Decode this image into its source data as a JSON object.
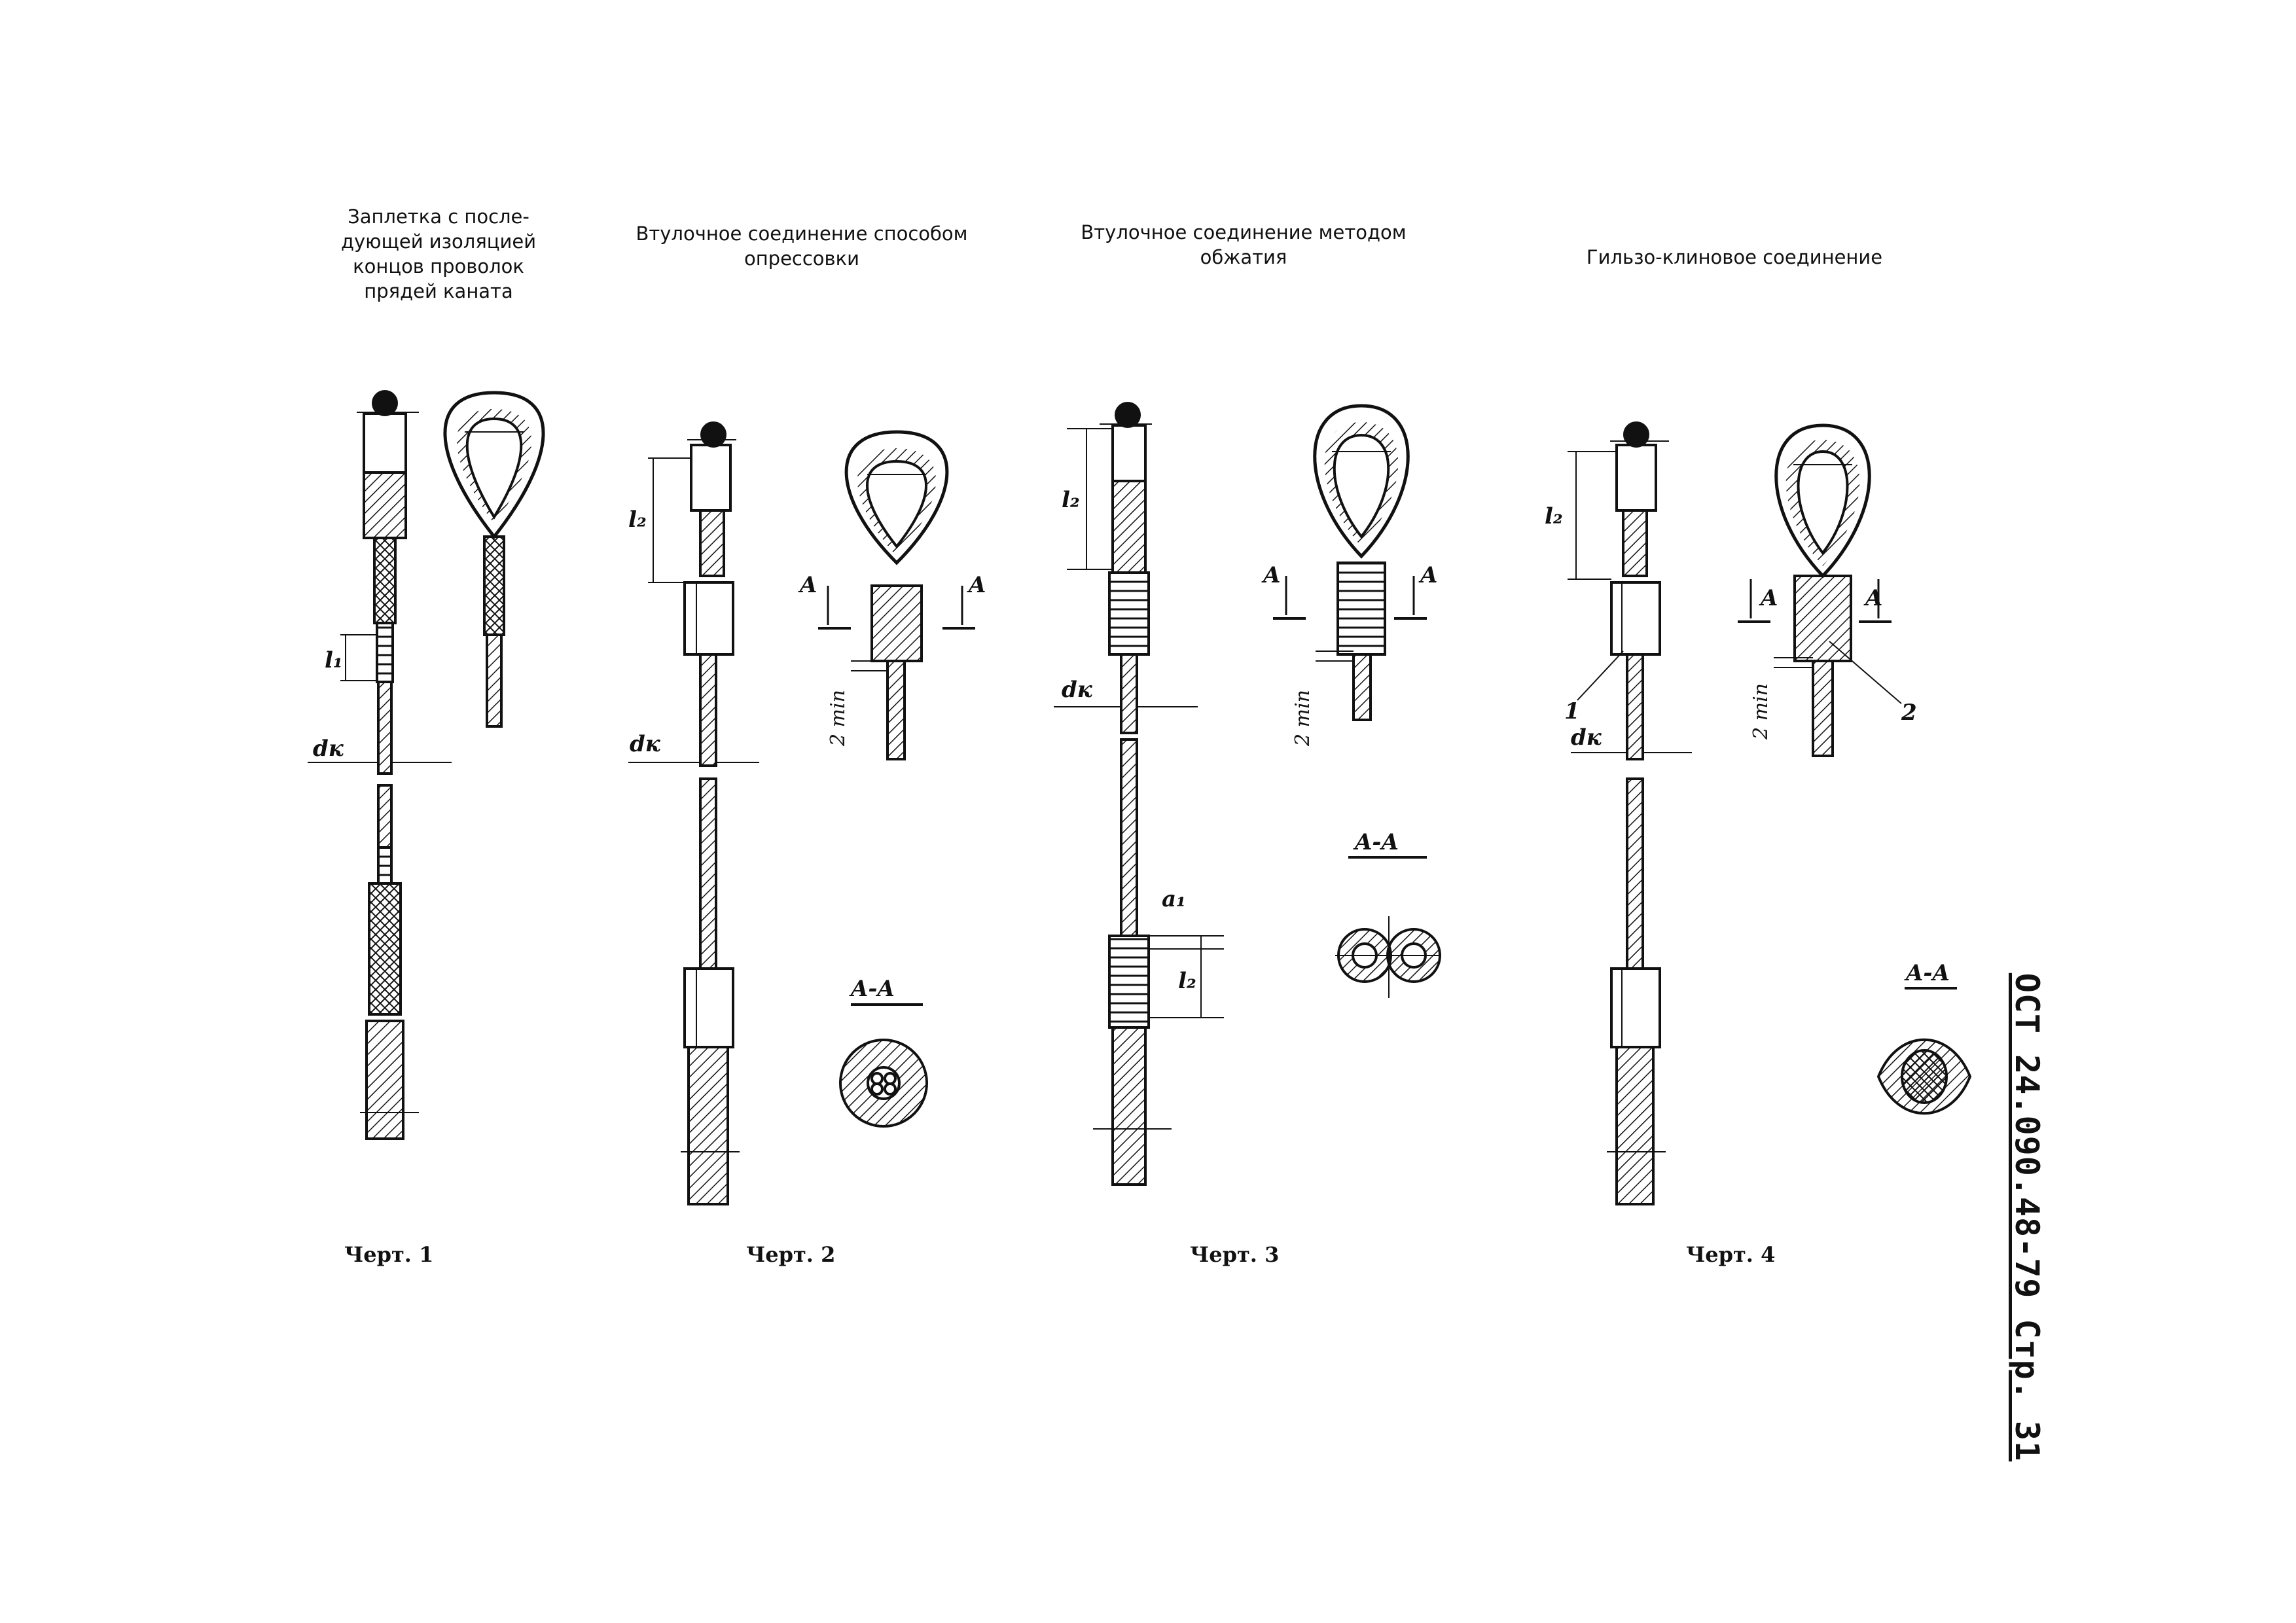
{
  "captions": {
    "fig1_lines": [
      "Заплетка с после-",
      "дующей изоляцией",
      "концов проволок",
      "прядей каната"
    ],
    "fig2_lines": [
      "Втулочное соединение способом",
      "опрессовки"
    ],
    "fig3_lines": [
      "Втулочное соединение методом",
      "обжатия"
    ],
    "fig4": "Гильзо-клиновое соединение"
  },
  "figure_labels": {
    "fig1": "Черт. 1",
    "fig2": "Черт. 2",
    "fig3": "Черт. 3",
    "fig4": "Черт. 4"
  },
  "drawing_labels": {
    "l1": "l₁",
    "l2": "l₂",
    "dk": "dк",
    "a1": "a₁",
    "two_min": "2 min",
    "section_mark": "A",
    "section_title": "A-A",
    "part1": "1",
    "part2": "2"
  },
  "page_ref": "ОСТ 24.090.48-79 Стр. 31"
}
